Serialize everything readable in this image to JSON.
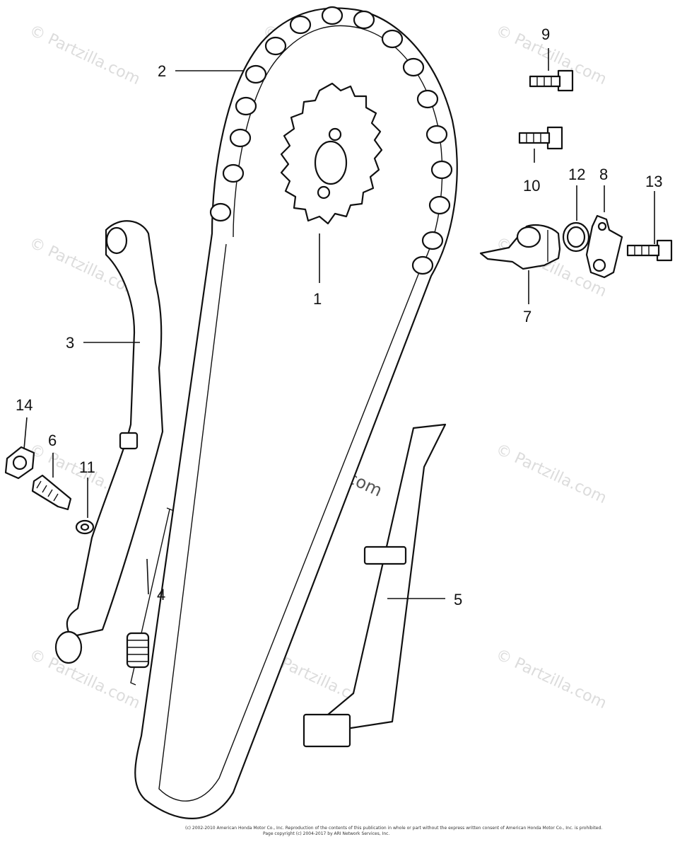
{
  "watermarks": {
    "corner_text": "© Partzilla.com",
    "center_text": "© Partzilla.com"
  },
  "callouts": [
    "1",
    "2",
    "3",
    "4",
    "5",
    "6",
    "7",
    "8",
    "9",
    "10",
    "11",
    "12",
    "13",
    "14"
  ],
  "footer": {
    "copyright_line1": "(c) 2002-2010 American Honda Motor Co., Inc. Reproduction of the contents of this publication in whole or part without the express written consent of American Honda Motor Co., Inc. is prohibited.",
    "copyright_line2": "Page copyright (c) 2004-2017 by ARI Network Services, Inc."
  },
  "colors": {
    "line": "#111111",
    "watermark": "#dcdcdc"
  }
}
